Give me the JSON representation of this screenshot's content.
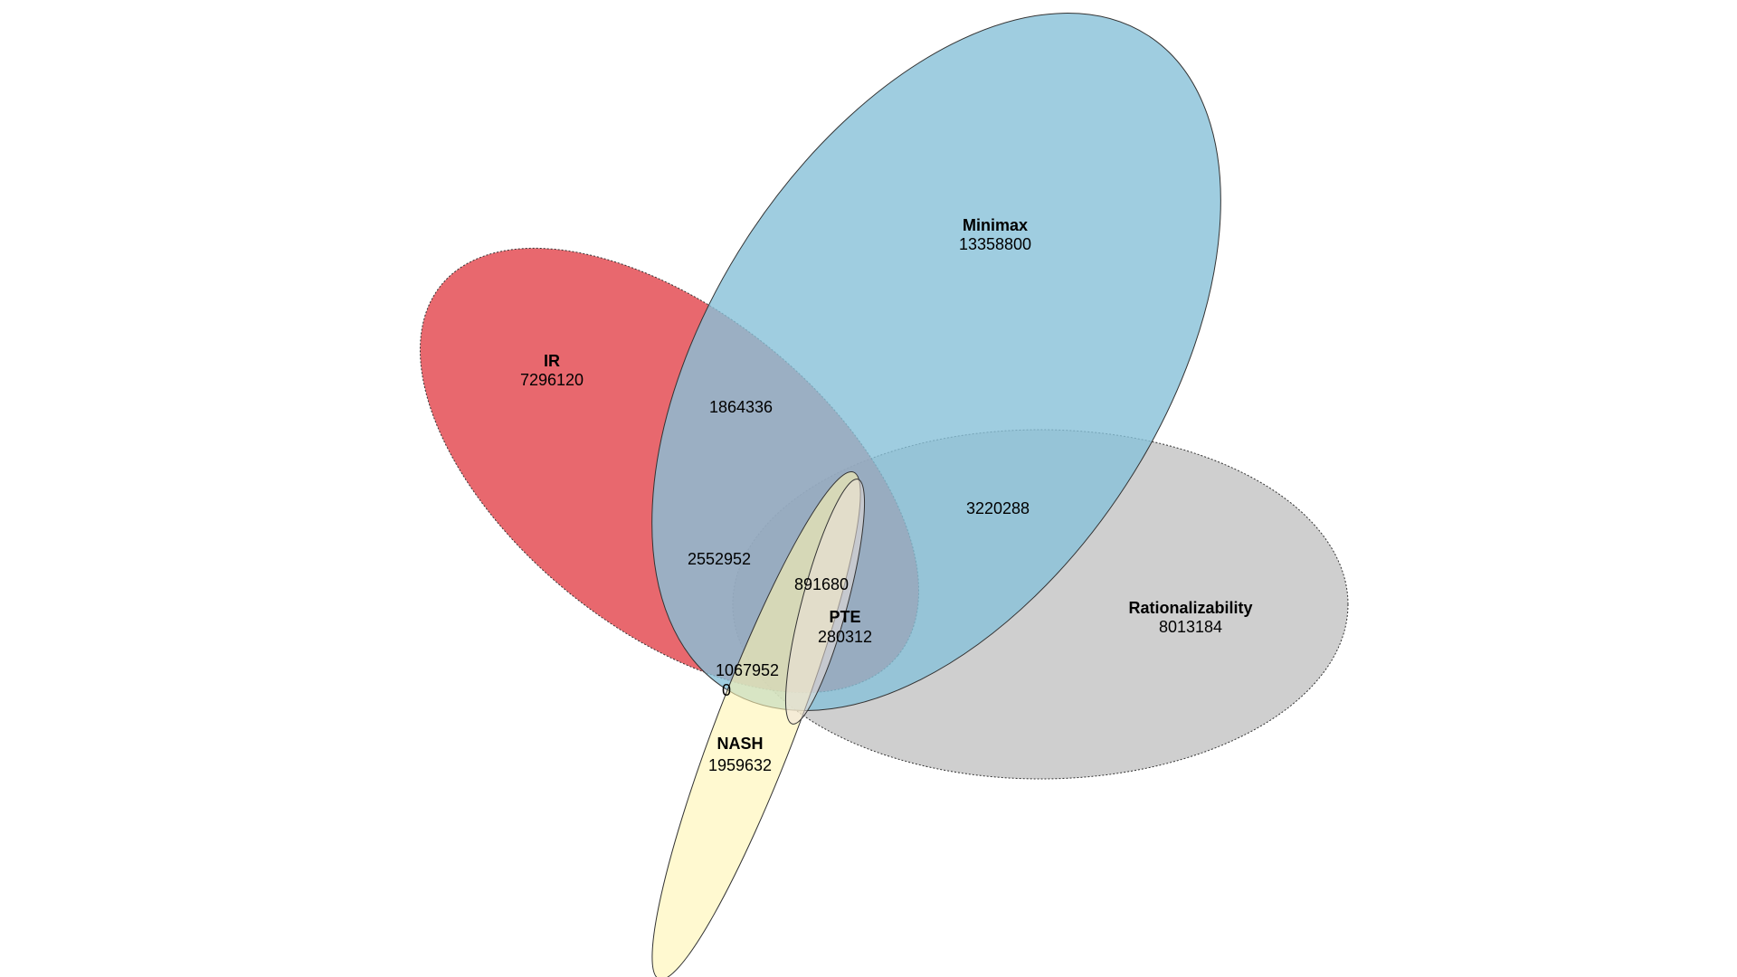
{
  "sets": {
    "ir": {
      "name": "IR",
      "count": "7296120",
      "color": "#e0363d"
    },
    "minimax": {
      "name": "Minimax",
      "count": "13358800",
      "color": "#87c1d8"
    },
    "rationalizability": {
      "name": "Rationalizability",
      "count": "8013184",
      "color": "#c0c0c0"
    },
    "nash": {
      "name": "NASH",
      "count": "1959632",
      "color": "#fff5b0"
    },
    "pte": {
      "name": "PTE",
      "count": "280312",
      "color": "#e8d8d0"
    }
  },
  "regions": {
    "ir_minimax": "1864336",
    "ir_minimax_rationalizability": "2552952",
    "minimax_rationalizability": "3220288",
    "inner_nash": "891680",
    "nash_lower": "1067952",
    "zero": "0"
  }
}
